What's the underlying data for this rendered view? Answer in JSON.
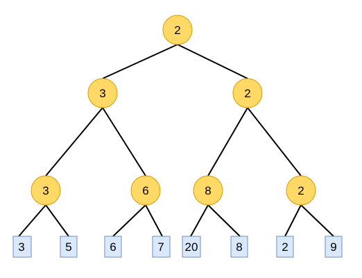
{
  "tree": {
    "root": "2",
    "level1": [
      "3",
      "2"
    ],
    "level2": [
      "3",
      "6",
      "8",
      "2"
    ],
    "leaves": [
      "3",
      "5",
      "6",
      "7",
      "20",
      "8",
      "2",
      "9"
    ]
  },
  "colors": {
    "node_fill": "#ffd966",
    "node_stroke": "#d79b00",
    "leaf_fill": "#dae8fc",
    "leaf_stroke": "#6c8ebf",
    "edge": "#000000"
  }
}
